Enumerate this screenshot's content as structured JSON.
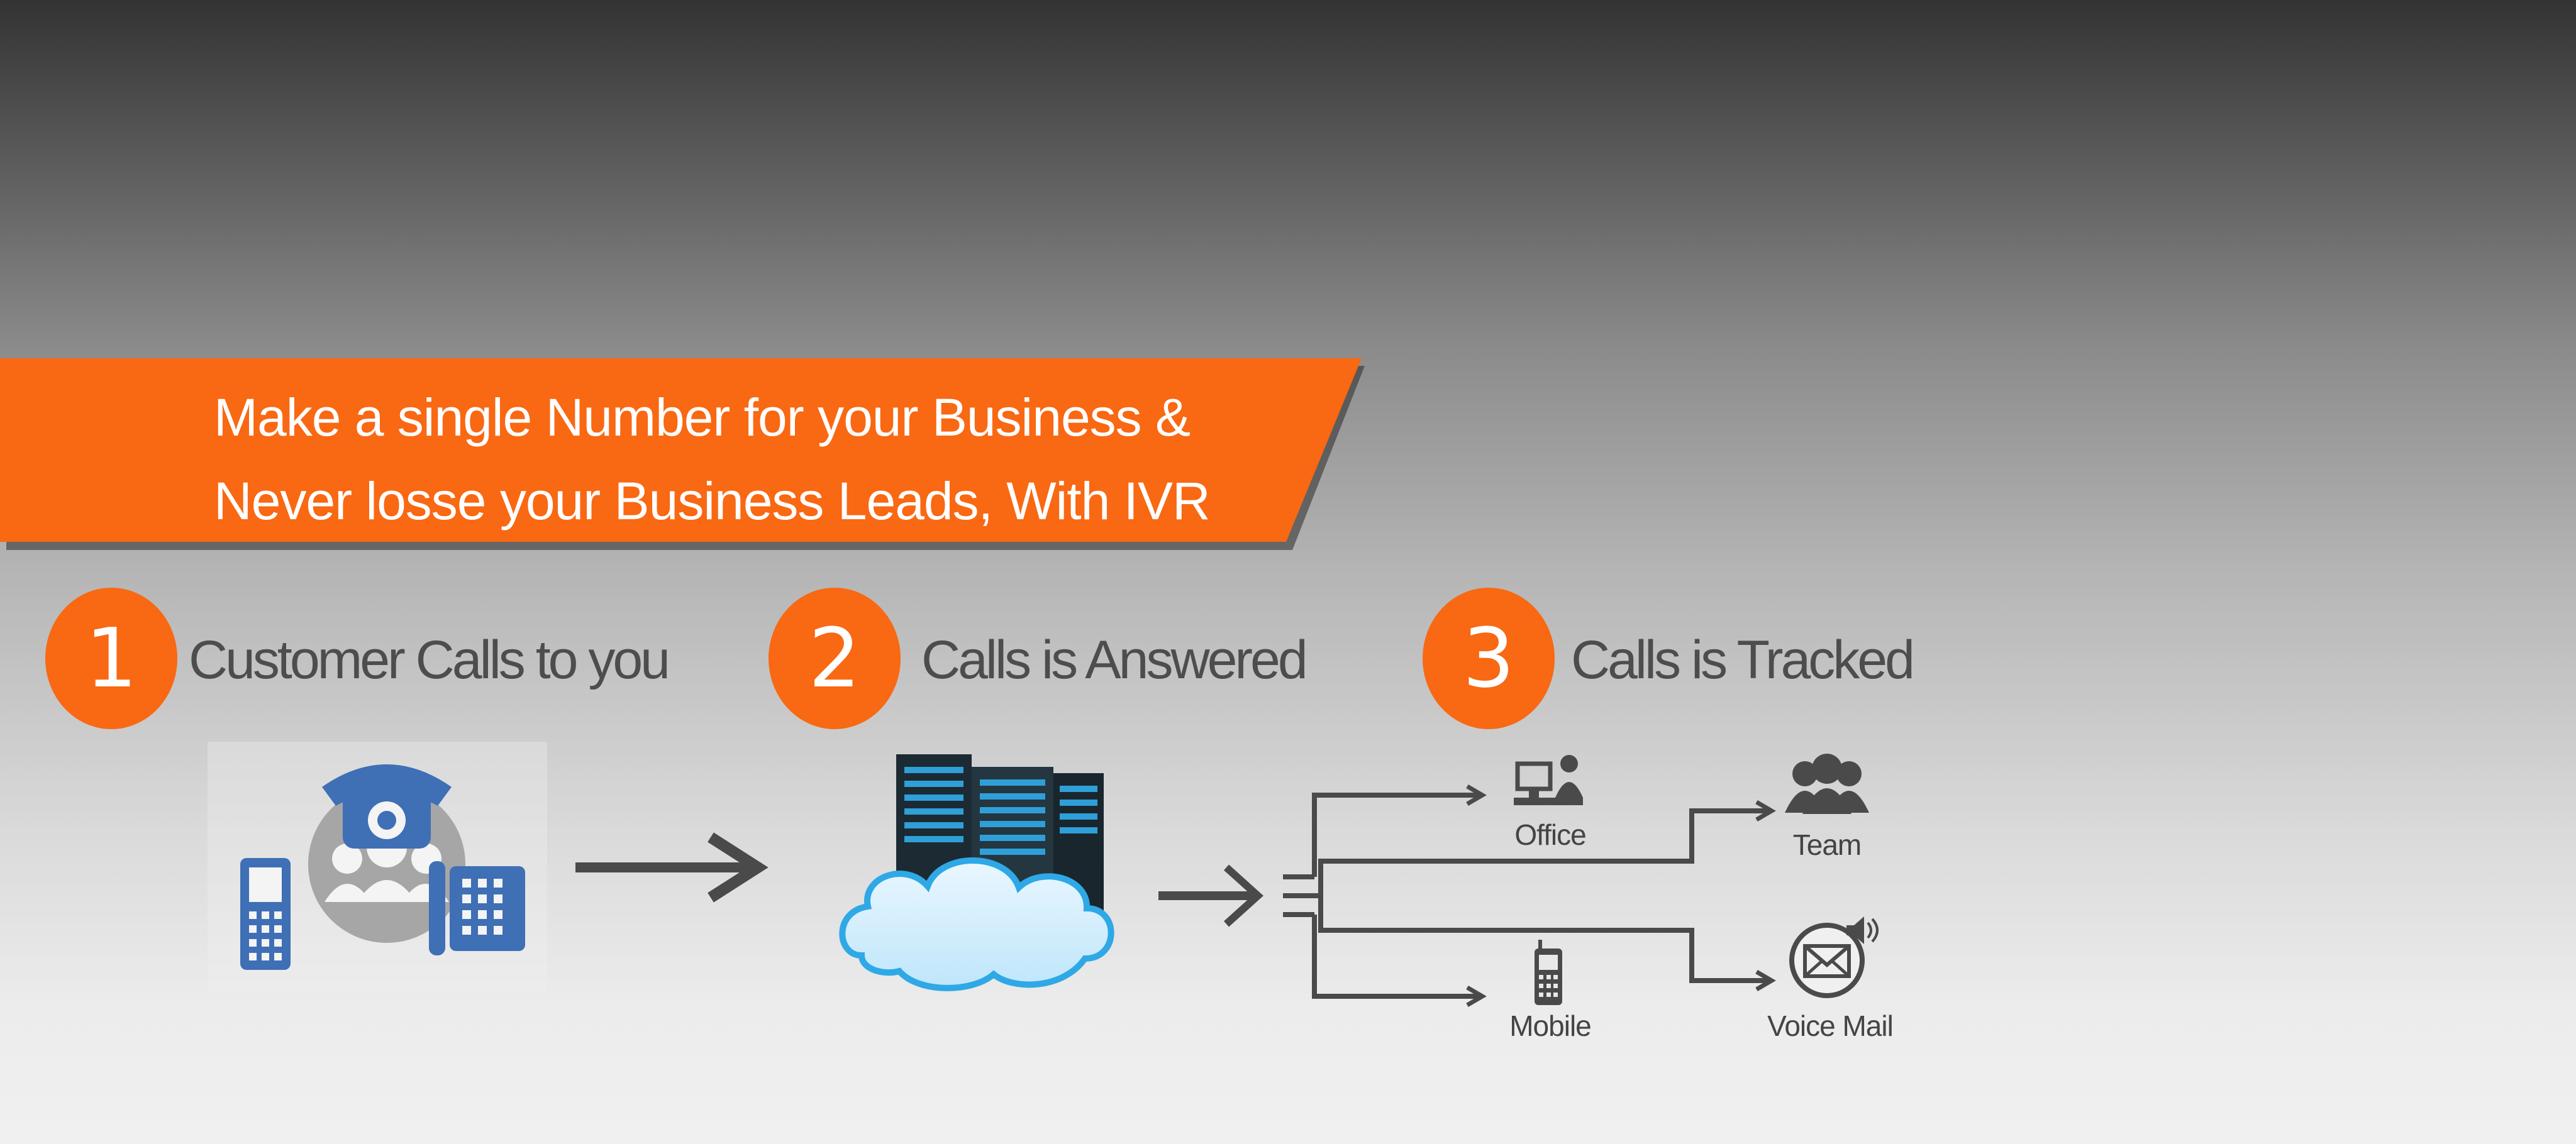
{
  "banner": {
    "line1": "Make a single Number for your Business &",
    "line2": "Never losse your Business Leads, With IVR",
    "color": "#f96812"
  },
  "steps": [
    {
      "number": "1",
      "label": "Customer Calls to you"
    },
    {
      "number": "2",
      "label": "Calls is  Answered"
    },
    {
      "number": "3",
      "label": "Calls is  Tracked"
    }
  ],
  "icons": {
    "caller": [
      "desk-phone-icon",
      "mobile-phone-icon",
      "customers-group-icon",
      "office-phone-icon"
    ],
    "server": "cloud-server-icon",
    "routing": "call-routing-icon"
  },
  "destinations": [
    {
      "label": "Office",
      "icon": "office-worker-icon"
    },
    {
      "label": "Team",
      "icon": "team-icon"
    },
    {
      "label": "Mobile",
      "icon": "mobile-icon"
    },
    {
      "label": "Voice Mail",
      "icon": "voice-mail-icon"
    }
  ],
  "colors": {
    "accent": "#f96812",
    "icon_blue": "#3f6fb5",
    "arrow_gray": "#4a4a4a",
    "text_gray": "#4d4d4d"
  }
}
